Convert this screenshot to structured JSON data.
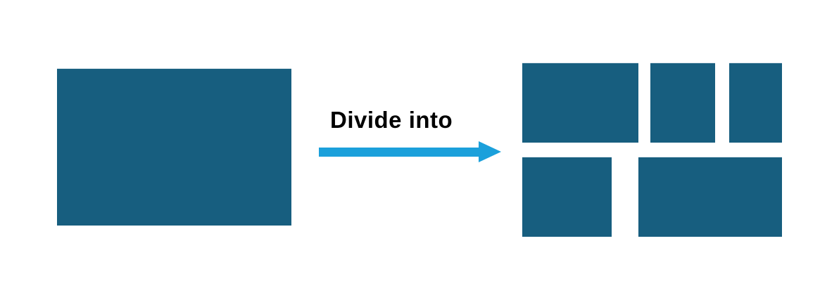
{
  "diagram": {
    "arrow": {
      "label": "Divide into",
      "direction": "right",
      "color": "#1BA0DB"
    },
    "colors": {
      "block": "#175E7F",
      "background": "#FFFFFF",
      "label": "#000000"
    },
    "source_block": {
      "description": "single large rectangle"
    },
    "pieces": [
      {
        "id": "piece-1",
        "row": 1
      },
      {
        "id": "piece-2",
        "row": 1
      },
      {
        "id": "piece-3",
        "row": 1
      },
      {
        "id": "piece-4",
        "row": 2
      },
      {
        "id": "piece-5",
        "row": 2
      }
    ],
    "pieces_count": 5
  }
}
